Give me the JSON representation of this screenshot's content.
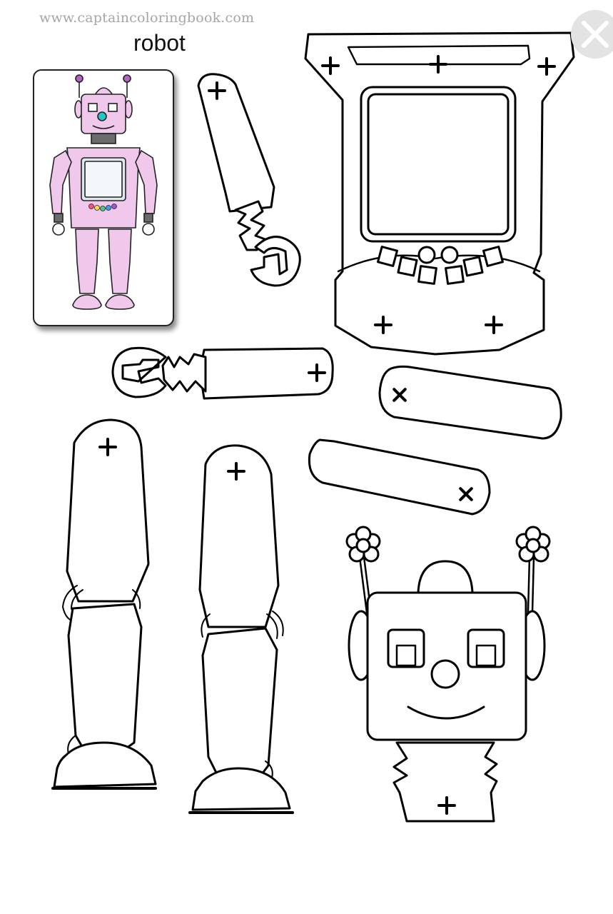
{
  "header": {
    "site_url": "www.captaincoloringbook.com",
    "title": "robot"
  },
  "controls": {
    "close_icon": "close-icon"
  },
  "colors": {
    "robot_pink": "#f0c8ec",
    "robot_outline": "#222222",
    "accent_cyan": "#26c6c6",
    "antenna_purple": "#8a3d9e",
    "close_button_bg": "#e3e3e3"
  },
  "parts": {
    "icons": [
      "robot-preview-illustration",
      "arm-wrench-piece",
      "torso-piece",
      "upper-arm-piece",
      "leg-piece",
      "head-piece",
      "plus-icon"
    ]
  }
}
